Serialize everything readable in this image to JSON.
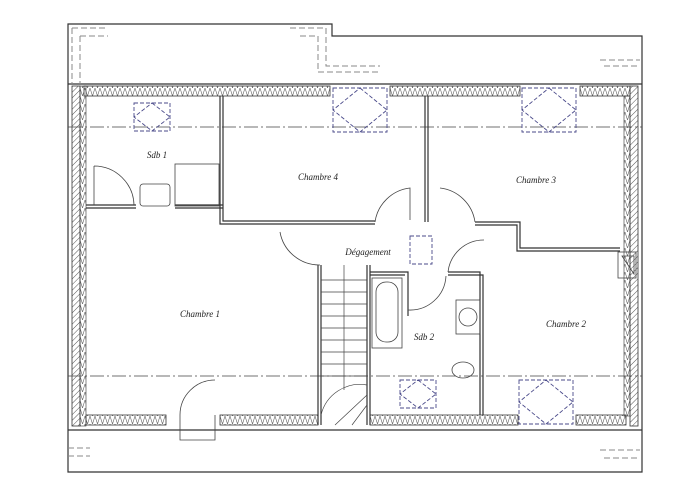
{
  "rooms": {
    "sdb1": "Sdb 1",
    "chambre4": "Chambre 4",
    "chambre3": "Chambre 3",
    "degagement": "Dégagement",
    "chambre1": "Chambre 1",
    "sdb2": "Sdb 2",
    "chambre2": "Chambre 2"
  },
  "colors": {
    "walls": "#333333",
    "velux": "#4a4a8a",
    "background": "#ffffff"
  }
}
